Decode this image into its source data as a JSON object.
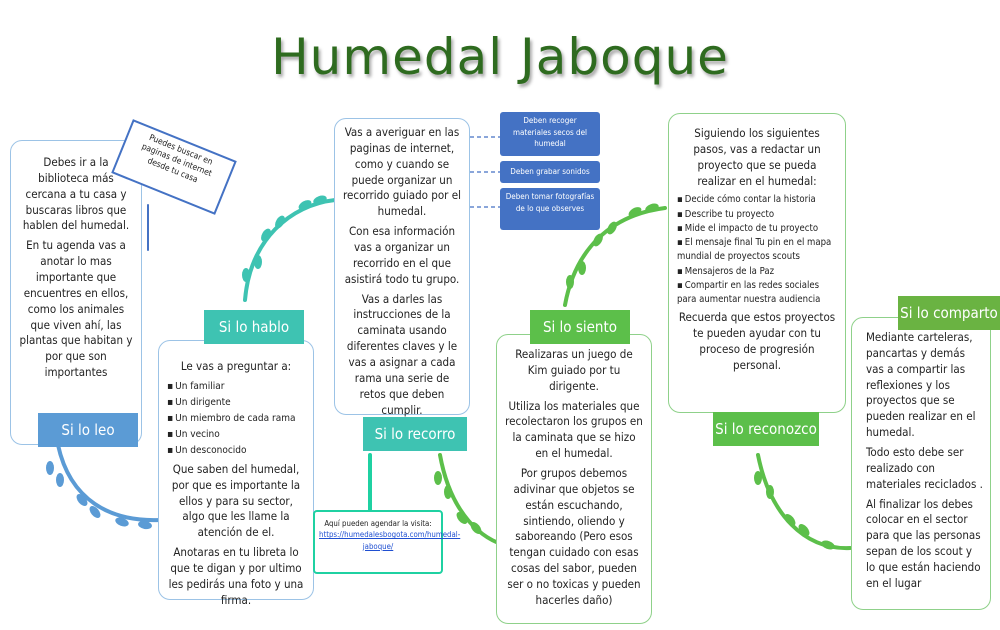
{
  "title": "Humedal Jaboque",
  "sign_text": "Puedes buscar en paginas de internet desde tu casa",
  "colors": {
    "title_green": "#2e6b1f",
    "blue": "#5b9bd5",
    "teal": "#3ec3b2",
    "green": "#5cbf4a",
    "pill_blue": "#4472c4"
  },
  "steps": {
    "leo": {
      "label": "Si lo leo",
      "texts": [
        "Debes ir a la biblioteca más cercana a tu casa y buscaras libros que hablen del humedal.",
        "En tu agenda vas a anotar lo mas importante que encuentres en ellos, como los animales que viven ahí, las plantas que habitan y por que son importantes"
      ]
    },
    "hablo": {
      "label": "Si lo hablo",
      "intro": "Le vas a preguntar a:",
      "people": [
        "Un familiar",
        "Un dirigente",
        "Un miembro de cada rama",
        "Un vecino",
        "Un desconocido"
      ],
      "texts": [
        "Que saben del humedal, por que es importante la ellos y para su sector, algo que les llame la atención de el.",
        "Anotaras en tu libreta lo que te digan y por ultimo les pedirás una foto y una firma."
      ]
    },
    "recorro": {
      "label": "Si lo recorro",
      "texts": [
        "Vas a averiguar en las paginas de internet, como y cuando se puede organizar un recorrido guiado por el humedal.",
        "Con esa información vas a organizar un recorrido en el que asistirá todo tu grupo.",
        "Vas a darles las instrucciones de la caminata usando diferentes claves y le vas a asignar a cada rama una serie de retos que deben cumplir."
      ],
      "visit_text": "Aquí pueden agendar la visita:",
      "visit_url": "https://humedalesbogota.com/humedal-jaboque/"
    },
    "siento": {
      "label": "Si lo siento",
      "pills": [
        "Deben recoger materiales secos del humedal",
        "Deben grabar sonidos",
        "Deben tomar fotografías de lo que observes"
      ],
      "texts": [
        "Realizaras un juego de Kim guiado por tu dirigente.",
        "Utiliza los materiales que recolectaron los grupos en la caminata que se hizo en el humedal.",
        "Por grupos debemos adivinar que objetos se están escuchando, sintiendo, oliendo y saboreando (Pero esos tengan cuidado con esas cosas del sabor, pueden ser o no toxicas y pueden hacerles daño)"
      ]
    },
    "reconozco": {
      "label": "Si lo reconozco",
      "intro": "Siguiendo los siguientes pasos, vas a redactar un proyecto que se pueda realizar en el humedal:",
      "items": [
        "Decide cómo contar la historia",
        "Describe tu proyecto",
        "Mide el impacto de tu proyecto",
        "El mensaje final Tu pin en el mapa mundial de proyectos scouts",
        "Mensajeros de la Paz",
        "Compartir en las redes sociales para aumentar nuestra audiencia"
      ],
      "outro": "Recuerda que estos proyectos te pueden ayudar con tu proceso de progresión personal."
    },
    "comparto": {
      "label": "Si lo comparto",
      "texts": [
        "Mediante carteleras, pancartas y demás vas a compartir las reflexiones y los proyectos que se pueden realizar en el humedal.",
        "Todo esto debe ser realizado con materiales reciclados .",
        "Al finalizar los debes colocar en el sector para que las personas sepan de los scout y lo que están haciendo en el lugar"
      ]
    }
  }
}
